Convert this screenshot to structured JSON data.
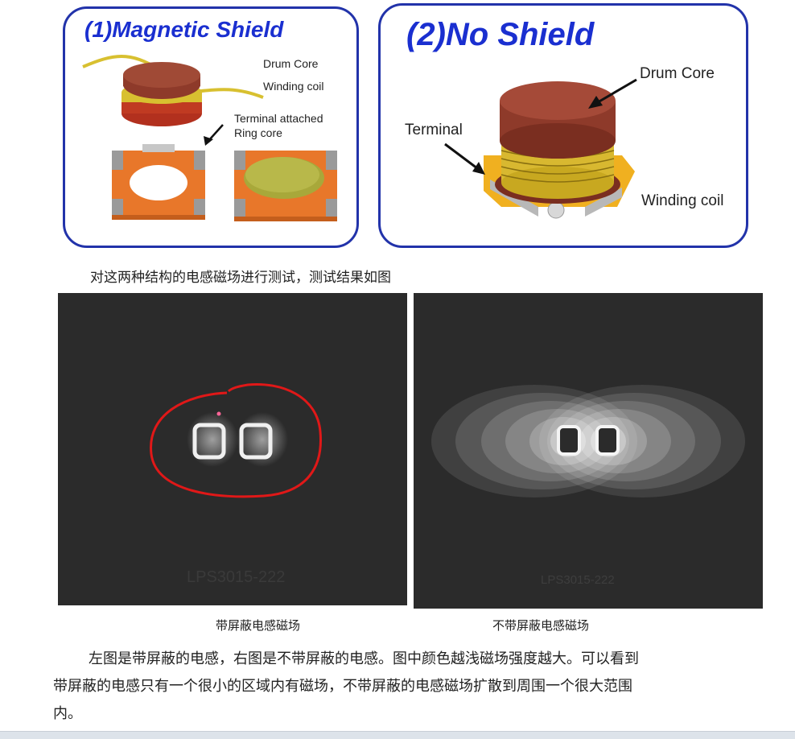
{
  "panels": {
    "shield": {
      "title": "(1)Magnetic Shield",
      "labels": {
        "drum_core": "Drum Core",
        "winding_coil": "Winding coil",
        "terminal_attached": "Terminal attached",
        "ring_core": "Ring core"
      }
    },
    "no_shield": {
      "title": "(2)No Shield",
      "labels": {
        "drum_core": "Drum Core",
        "terminal": "Terminal",
        "winding_coil": "Winding coil"
      }
    }
  },
  "intro_text": "对这两种结构的电感磁场进行测试，测试结果如图",
  "figures": {
    "left": {
      "caption": "带屏蔽电感磁场",
      "watermark": "LPS3015-222"
    },
    "right": {
      "caption": "不带屏蔽电感磁场",
      "watermark": "LPS3015-222"
    }
  },
  "paragraph": {
    "line1": "左图是带屏蔽的电感，右图是不带屏蔽的电感。图中颜色越浅磁场强度越大。可以看到",
    "line2": "带屏蔽的电感只有一个很小的区域内有磁场，不带屏蔽的电感磁场扩散到周围一个很大范围",
    "line3": "内。"
  },
  "colors": {
    "panel_border": "#2233aa",
    "title_blue": "#1a2fd0",
    "ferrite_orange": "#e8772a",
    "drum_brown": "#8e3a2a",
    "wire_gold": "#d8c030",
    "annotation_red": "#e01818"
  }
}
